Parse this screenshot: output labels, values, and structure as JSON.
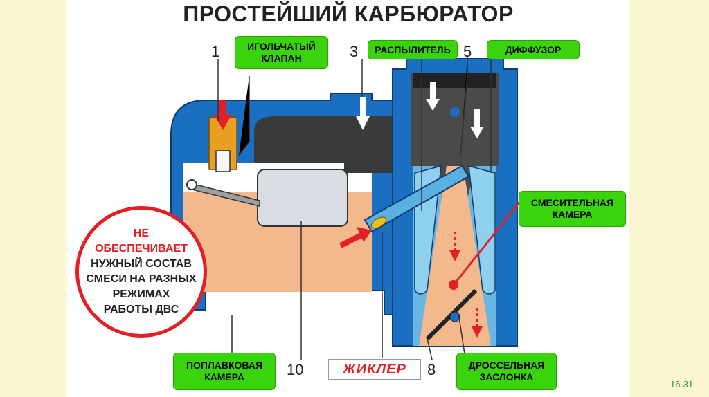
{
  "title": "ПРОСТЕЙШИЙ КАРБЮРАТОР",
  "labels": {
    "needle_valve": "ИГОЛЬЧАТЫЙ КЛАПАН",
    "sprayer": "РАСПЫЛИТЕЛЬ",
    "diffuser": "ДИФФУЗОР",
    "mixing_chamber": "СМЕСИТЕЛЬНАЯ КАМЕРА",
    "float_chamber": "ПОПЛАВКОВАЯ КАМЕРА",
    "throttle": "ДРОССЕЛЬНАЯ ЗАСЛОНКА",
    "jet": "ЖИКЛЕР"
  },
  "numbers": {
    "n1": "1",
    "n3": "3",
    "n5": "5",
    "n10": "10",
    "n8": "8"
  },
  "note": {
    "line1": "НЕ",
    "line2": "ОБЕСПЕЧИВАЕТ",
    "line3": "НУЖНЫЙ СОСТАВ",
    "line4": "СМЕСИ НА РАЗНЫХ",
    "line5": "РЕЖИМАХ",
    "line6": "РАБОТЫ ДВС"
  },
  "slide_number": "16-31",
  "colors": {
    "body_blue": "#1a6fc0",
    "label_green": "#39d40c",
    "accent_red": "#e31f26",
    "fuel": "#f3b98d"
  }
}
